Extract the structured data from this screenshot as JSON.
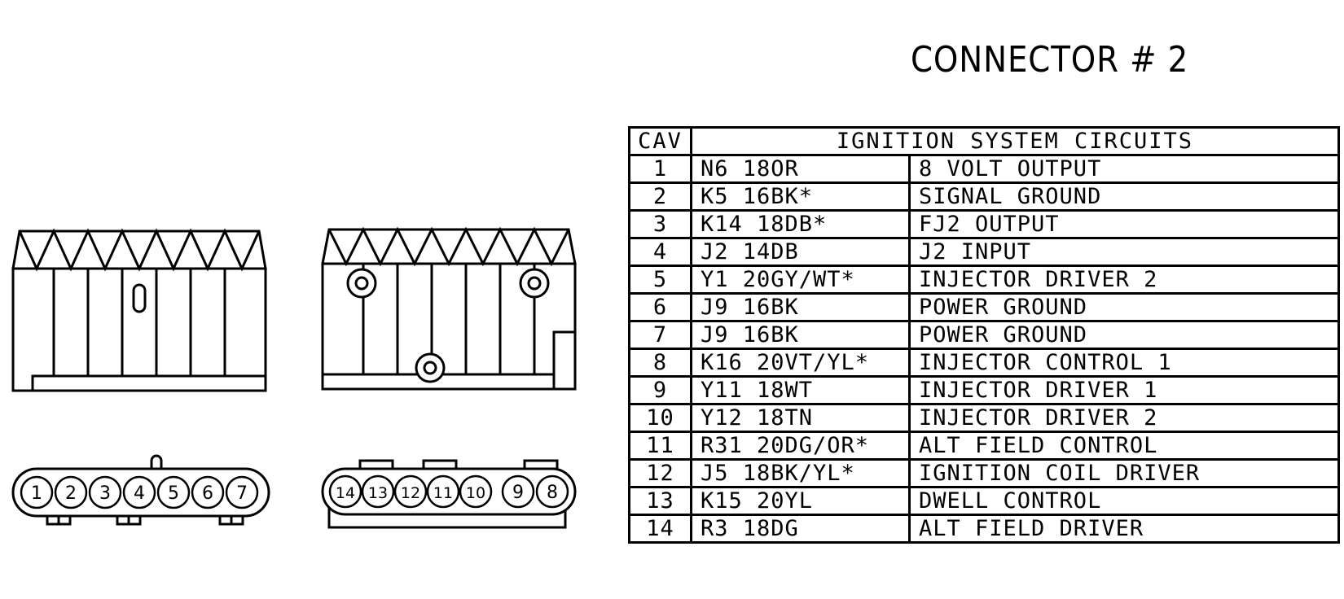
{
  "title": "CONNECTOR # 2",
  "table": {
    "header_cav": "CAV",
    "header_circuits": "IGNITION SYSTEM CIRCUITS",
    "rows": [
      {
        "cav": "1",
        "wire": "N6 18OR",
        "function": "8 VOLT OUTPUT"
      },
      {
        "cav": "2",
        "wire": "K5 16BK*",
        "function": "SIGNAL GROUND"
      },
      {
        "cav": "3",
        "wire": "K14 18DB*",
        "function": "FJ2 OUTPUT"
      },
      {
        "cav": "4",
        "wire": "J2 14DB",
        "function": "J2 INPUT"
      },
      {
        "cav": "5",
        "wire": "Y1 20GY/WT*",
        "function": "INJECTOR DRIVER 2"
      },
      {
        "cav": "6",
        "wire": "J9 16BK",
        "function": "POWER GROUND"
      },
      {
        "cav": "7",
        "wire": "J9 16BK",
        "function": "POWER GROUND"
      },
      {
        "cav": "8",
        "wire": "K16 20VT/YL*",
        "function": "INJECTOR CONTROL 1"
      },
      {
        "cav": "9",
        "wire": "Y11 18WT",
        "function": "INJECTOR DRIVER 1"
      },
      {
        "cav": "10",
        "wire": "Y12 18TN",
        "function": "INJECTOR DRIVER 2"
      },
      {
        "cav": "11",
        "wire": "R31 20DG/OR*",
        "function": "ALT FIELD CONTROL"
      },
      {
        "cav": "12",
        "wire": "J5 18BK/YL*",
        "function": "IGNITION COIL DRIVER"
      },
      {
        "cav": "13",
        "wire": "K15 20YL",
        "function": "DWELL CONTROL"
      },
      {
        "cav": "14",
        "wire": "R3 18DG",
        "function": "ALT FIELD DRIVER"
      }
    ]
  },
  "connector_left": {
    "pins": [
      "1",
      "2",
      "3",
      "4",
      "5",
      "6",
      "7"
    ]
  },
  "connector_right": {
    "pins": [
      "14",
      "13",
      "12",
      "11",
      "10",
      "9",
      "8"
    ]
  }
}
